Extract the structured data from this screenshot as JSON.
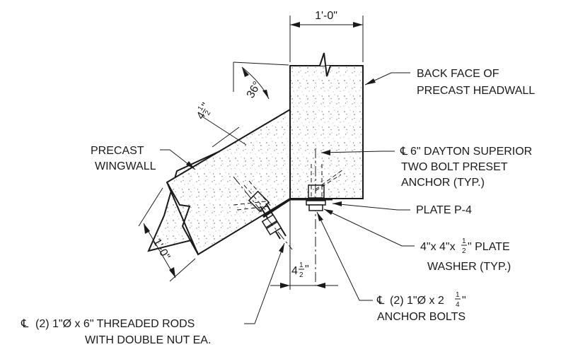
{
  "dimensions": {
    "headwall_width": "1'-0\"",
    "wingwall_thickness": "1'-0\"",
    "angle": "36°",
    "offset_top": "4",
    "offset_bottom": "4",
    "half_num": "1",
    "half_den": "2",
    "inch_mark": "\""
  },
  "labels": {
    "back_face_line1": "BACK FACE OF",
    "back_face_line2": "PRECAST HEADWALL",
    "precast": "PRECAST",
    "wingwall": "WINGWALL",
    "anchor_cl": "℄",
    "anchor_line1": "6\" DAYTON SUPERIOR",
    "anchor_line2": "TWO BOLT PRESET",
    "anchor_line3": "ANCHOR (TYP.)",
    "plate": "PLATE P-4",
    "washer_line1_a": "4\"x 4\"x",
    "washer_frac_num": "1",
    "washer_frac_den": "2",
    "washer_line1_b": "\" PLATE",
    "washer_line2": "WASHER (TYP.)",
    "bolts_cl": "℄",
    "bolts_line1_a": "(2) 1\"Ø x 2",
    "bolts_frac_num": "1",
    "bolts_frac_den": "4",
    "bolts_line1_b": "\"",
    "bolts_line2": "ANCHOR BOLTS",
    "rods_cl": "℄",
    "rods_line1": "(2) 1\"Ø x 6\" THREADED RODS",
    "rods_line2": "WITH DOUBLE NUT EA."
  }
}
